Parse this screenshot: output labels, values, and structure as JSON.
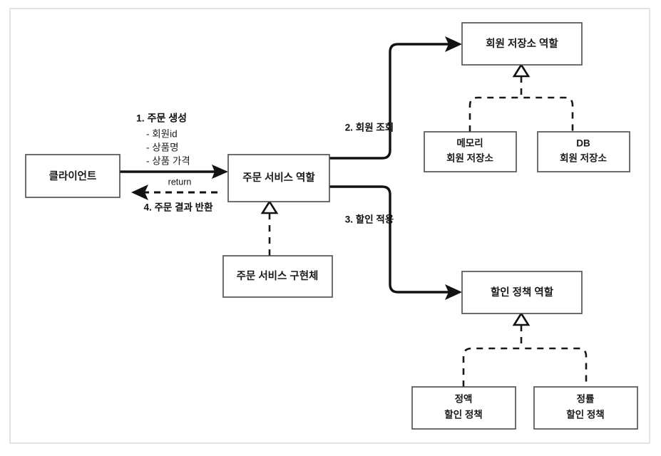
{
  "diagram": {
    "title": "",
    "background": "#ffffff",
    "frame_color": "#e2e2e2",
    "line_color": "#121212",
    "box_stroke": "#4a4a4a"
  },
  "nodes": {
    "client": {
      "label": "클라이언트"
    },
    "order_service_role": {
      "label": "주문 서비스 역할"
    },
    "order_service_impl": {
      "label": "주문 서비스 구현체"
    },
    "member_repo_role": {
      "label": "회원 저장소 역할"
    },
    "memory_member_repo": {
      "line1": "메모리",
      "line2": "회원 저장소"
    },
    "db_member_repo": {
      "line1": "DB",
      "line2": "회원 저장소"
    },
    "discount_policy_role": {
      "label": "할인 정책 역할"
    },
    "fix_discount_policy": {
      "line1": "정액",
      "line2": "할인 정책"
    },
    "rate_discount_policy": {
      "line1": "정률",
      "line2": "할인 정책"
    }
  },
  "flows": {
    "step1": {
      "title": "1. 주문 생성",
      "items": [
        "- 회원id",
        "- 상품명",
        "- 상품 가격"
      ]
    },
    "step2": {
      "label": "2. 회원 조회"
    },
    "step3": {
      "label": "3. 할인 적용"
    },
    "step4": {
      "label": "4. 주문 결과 반환",
      "sub_label": "return"
    }
  }
}
